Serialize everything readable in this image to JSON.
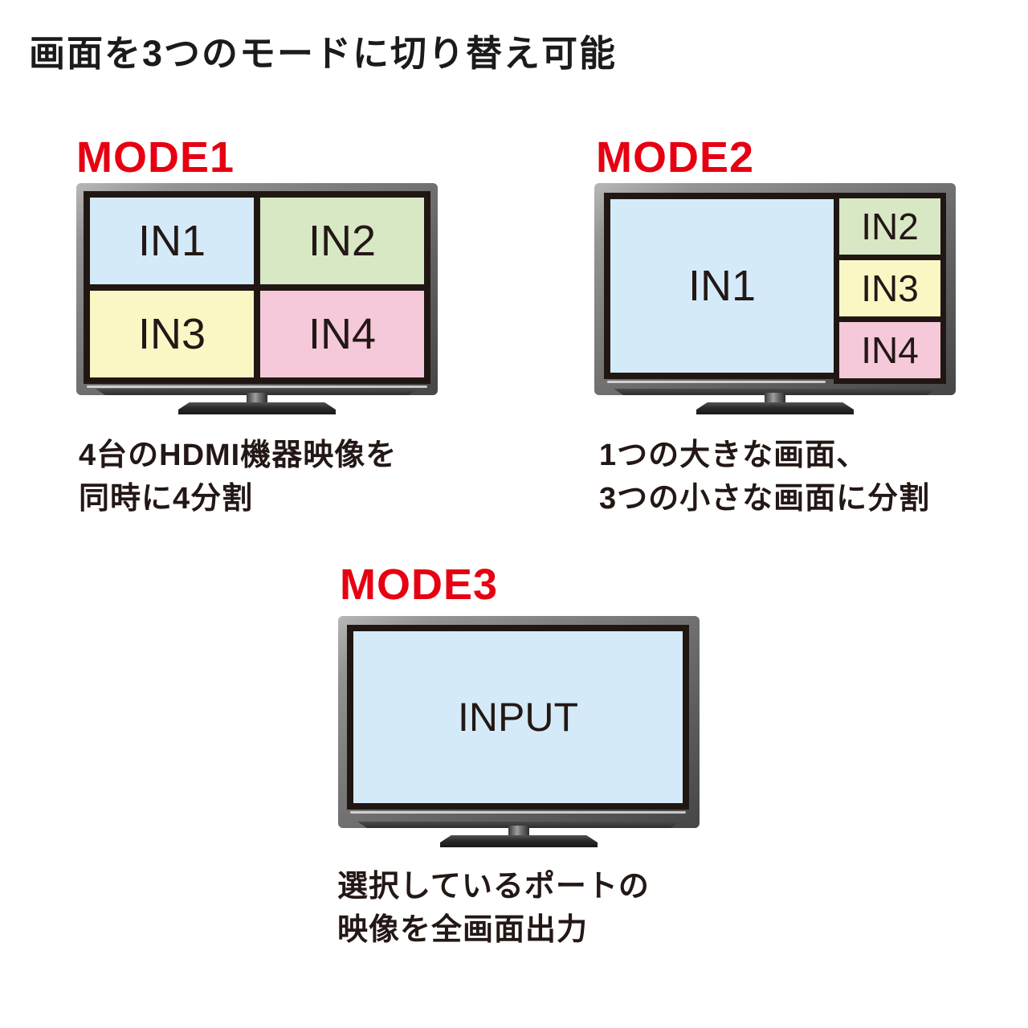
{
  "title": "画面を3つのモードに切り替え可能",
  "colors": {
    "mode_label_red": "#e60012",
    "caption_text": "#231815",
    "screen_border": "#201713",
    "panel_in1_blue": "#d5eaf8",
    "panel_in2_green": "#d8e7c4",
    "panel_in3_yellow": "#fbf7c5",
    "panel_in4_pink": "#f5c8da"
  },
  "modes": [
    {
      "label": "MODE1",
      "caption_lines": [
        "4台のHDMI機器映像を",
        "同時に4分割"
      ],
      "panels": [
        "IN1",
        "IN2",
        "IN3",
        "IN4"
      ]
    },
    {
      "label": "MODE2",
      "caption_lines": [
        "1つの大きな画面、",
        "3つの小さな画面に分割"
      ],
      "big_panel": "IN1",
      "side_panels": [
        "IN2",
        "IN3",
        "IN4"
      ]
    },
    {
      "label": "MODE3",
      "caption_lines": [
        "選択しているポートの",
        "映像を全画面出力"
      ],
      "panel": "INPUT"
    }
  ]
}
